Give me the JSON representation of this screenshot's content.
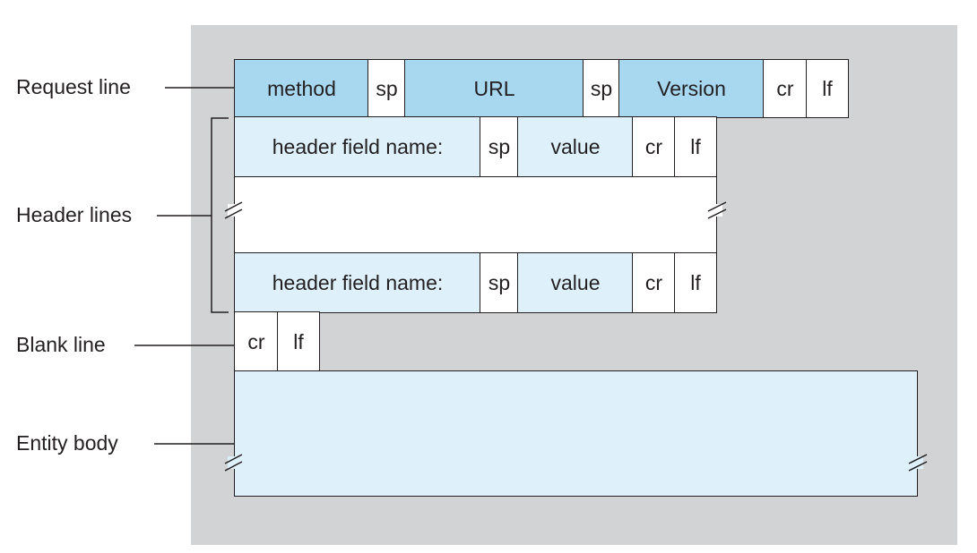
{
  "labels": {
    "request_line": "Request line",
    "header_lines": "Header lines",
    "blank_line": "Blank line",
    "entity_body": "Entity body"
  },
  "request_line": {
    "method": "method",
    "sp1": "sp",
    "url": "URL",
    "sp2": "sp",
    "version": "Version",
    "cr": "cr",
    "lf": "lf"
  },
  "header_line_1": {
    "field_name": "header field name:",
    "sp": "sp",
    "value": "value",
    "cr": "cr",
    "lf": "lf"
  },
  "header_line_2": {
    "field_name": "header field name:",
    "sp": "sp",
    "value": "value",
    "cr": "cr",
    "lf": "lf"
  },
  "blank_line": {
    "cr": "cr",
    "lf": "lf"
  },
  "colors": {
    "panel": "#d1d3d4",
    "dark_field": "#a7d8f0",
    "light_field": "#def1fb",
    "line": "#231f20"
  }
}
